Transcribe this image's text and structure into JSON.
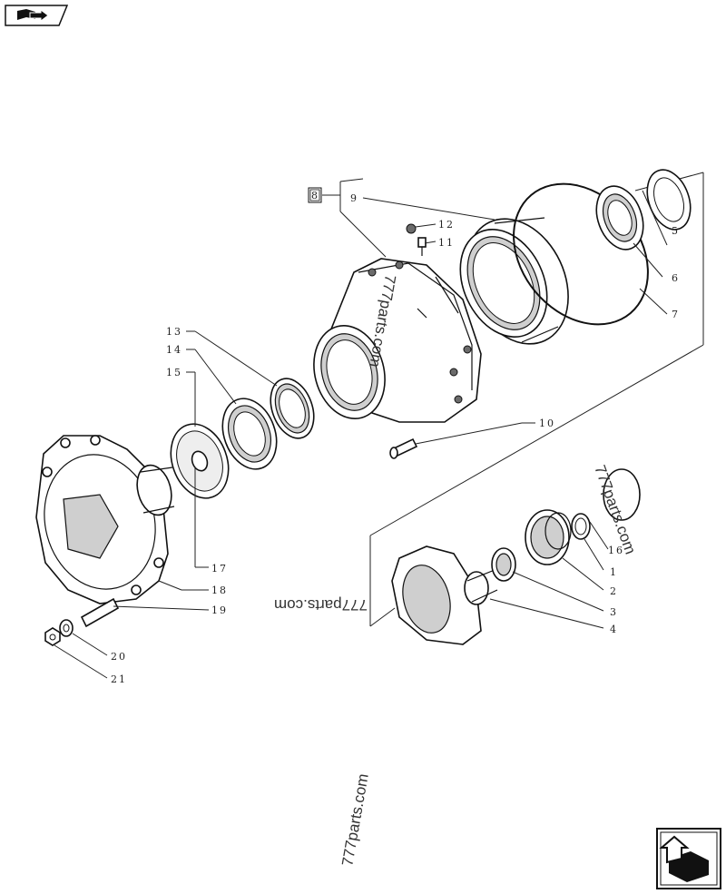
{
  "nav": {
    "prev_icon": "book-arrow-icon",
    "next_icon": "page-next-icon"
  },
  "callouts": {
    "c1": "1",
    "c2": "2",
    "c3": "3",
    "c4": "4",
    "c5": "5",
    "c6": "6",
    "c7": "7",
    "c8": "8",
    "c9": "9",
    "c10": "10",
    "c11": "11",
    "c12": "12",
    "c13": "13",
    "c14": "14",
    "c15": "15",
    "c16": "16",
    "c17": "17",
    "c18": "18",
    "c19": "19",
    "c20": "20",
    "c21": "21"
  },
  "watermarks": {
    "w1": "777parts.com",
    "w2": "777parts.com",
    "w3": "777parts.com",
    "w4": "777parts.com"
  }
}
